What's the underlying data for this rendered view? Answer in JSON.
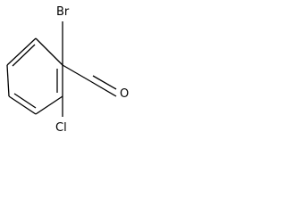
{
  "molecule": {
    "atoms": {
      "bromine": "Br",
      "chlorine": "Cl",
      "oxygen": "O"
    }
  }
}
